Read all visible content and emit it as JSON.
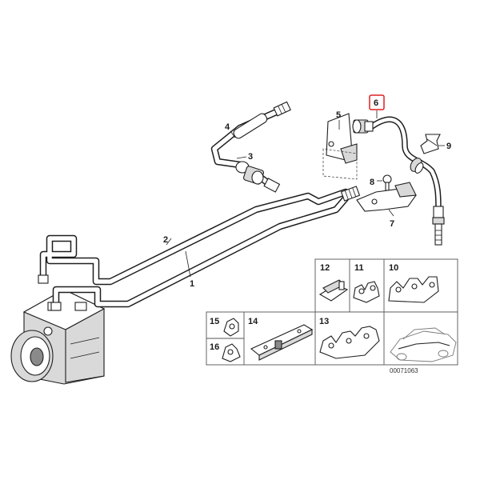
{
  "diagram": {
    "callouts": {
      "c1": "1",
      "c2": "2",
      "c3": "3",
      "c4": "4",
      "c5": "5",
      "c6": "6",
      "c7": "7",
      "c8": "8",
      "c9": "9",
      "c10": "10",
      "c11": "11",
      "c12": "12",
      "c13": "13",
      "c14": "14",
      "c15": "15",
      "c16": "16"
    },
    "highlight_callout": "6",
    "highlight_color": "#e02020",
    "reference_number": "00071063"
  }
}
